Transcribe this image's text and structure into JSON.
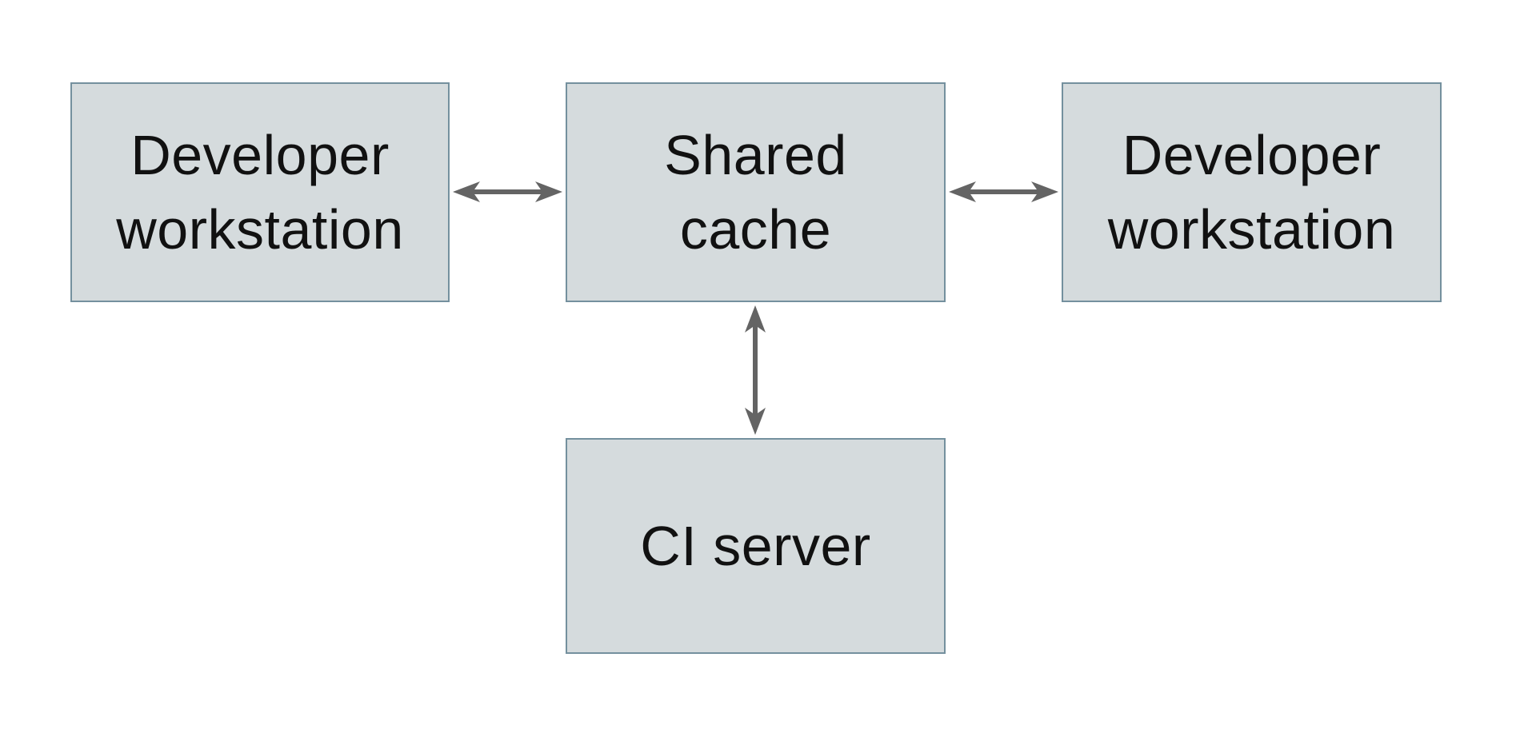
{
  "diagram": {
    "colors": {
      "background": "#ffffff",
      "node_fill": "#d5dbdd",
      "node_border": "#74909e",
      "arrow": "#646464",
      "text": "#111111"
    },
    "nodes": [
      {
        "id": "developer-workstation-left",
        "label": "Developer workstation"
      },
      {
        "id": "shared-cache",
        "label": "Shared cache"
      },
      {
        "id": "developer-workstation-right",
        "label": "Developer workstation"
      },
      {
        "id": "ci-server",
        "label": "CI server"
      }
    ],
    "edges": [
      {
        "from": "developer-workstation-left",
        "to": "shared-cache",
        "direction": "bidirectional"
      },
      {
        "from": "shared-cache",
        "to": "developer-workstation-right",
        "direction": "bidirectional"
      },
      {
        "from": "shared-cache",
        "to": "ci-server",
        "direction": "bidirectional"
      }
    ]
  }
}
